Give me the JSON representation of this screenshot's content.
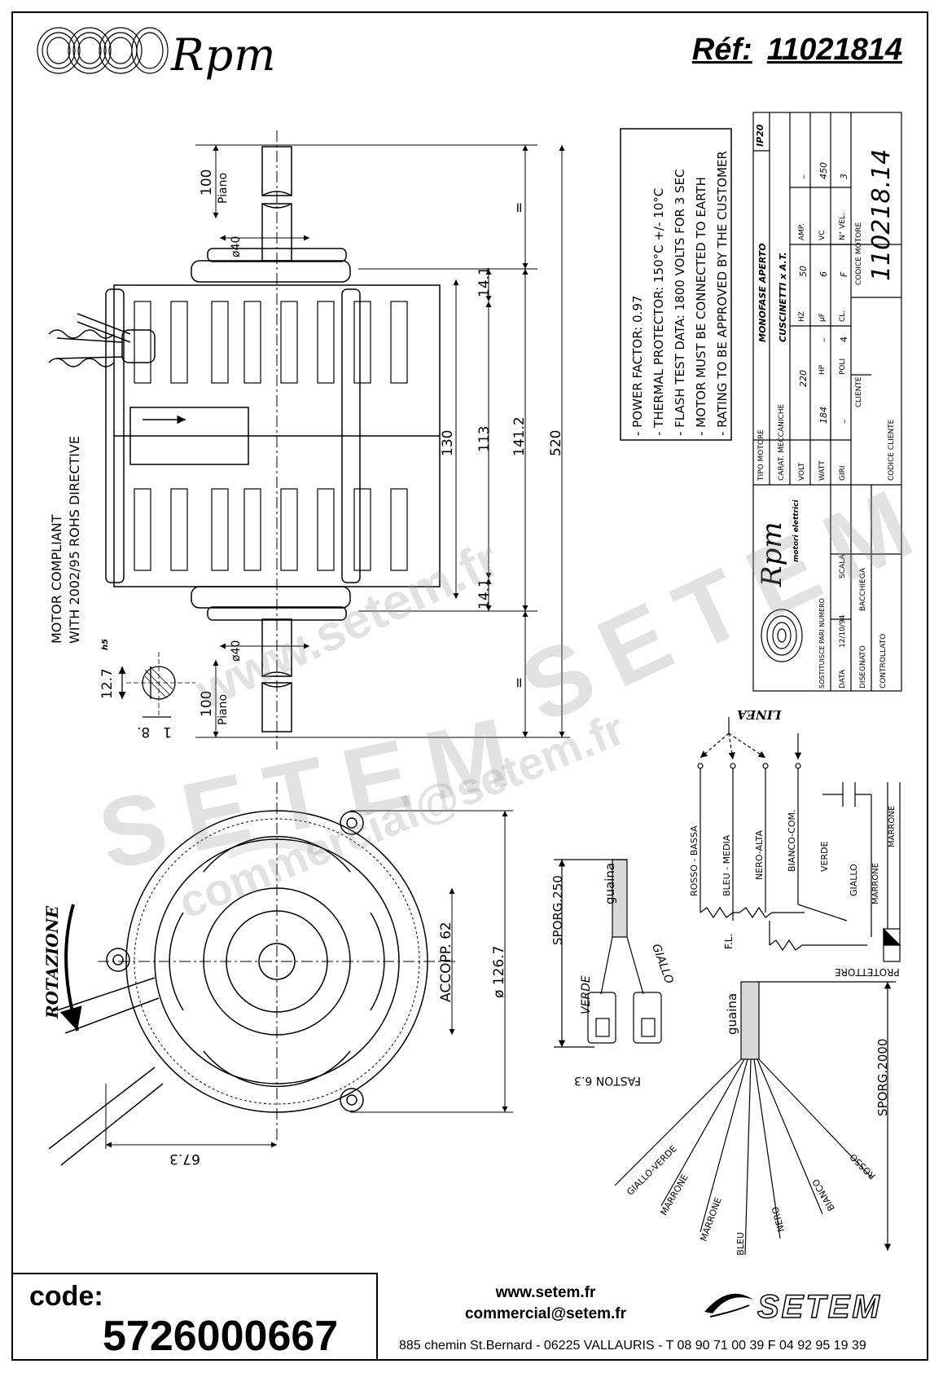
{
  "header": {
    "brand": "Rpm",
    "ref_label": "Réf:",
    "ref_value": "11021814"
  },
  "notes": [
    "- POWER FACTOR: 0.97",
    "- THERMAL PROTECTOR: 150°C +/- 10°C",
    "- FLASH TEST DATA: 1800 VOLTS FOR 3 SEC",
    "- MOTOR MUST BE CONNECTED TO EARTH",
    "- RATING TO BE APPROVED BY THE CUSTOMER"
  ],
  "compliance": {
    "line1": "MOTOR COMPLIANT",
    "line2": "WITH 2002/95 ROHS DIRECTIVE"
  },
  "dimensions": {
    "shaft_len_top": "100",
    "shaft_len_bottom": "100",
    "piano": "Piano",
    "dia_40_top": "ø40",
    "dia_40_bottom": "ø40",
    "d_14_1_top": "14.1",
    "d_14_1_bottom": "14.1",
    "d_130": "130",
    "d_113": "113",
    "d_141_2": "141.2",
    "d_520": "520",
    "equal_top": "=",
    "equal_bottom": "=",
    "shaft_dia": "12.7",
    "shaft_tol": "h5",
    "flat": "8.",
    "flat_1": "1",
    "accopp": "ACCOPP. 62",
    "diameter": "ø 126.7",
    "d_67_3": "67.3"
  },
  "rotation": "ROTAZIONE",
  "connection": {
    "linea": "LINEA",
    "wires": [
      "ROSSO - BASSA",
      "BLEU - MEDIA",
      "NERO-ALTA",
      "BIANCO-COM.",
      "VERDE",
      "GIALLO",
      "MARRONE",
      "MARRONE"
    ],
    "fl": "F.L.",
    "protettore": "PROTETTORE"
  },
  "cable_small": {
    "sporg": "SPORG.250",
    "guaina": "guaina",
    "verde": "VERDE",
    "giallo": "GIALLO",
    "faston": "FASTON 6.3"
  },
  "cable_large": {
    "sporg": "SPORG.2000",
    "guaina": "guaina",
    "wires": [
      "GIALLO-VERDE",
      "MARRONE",
      "MARRONE",
      "BLEU",
      "NERO",
      "BIANCO",
      "ROSSO"
    ]
  },
  "title_block": {
    "ip": "IP20",
    "tipo_motore_label": "TIPO MOTORE",
    "tipo_motore": "MONOFASE APERTO",
    "caratt_label": "CARAT. MECCANICHE",
    "caratt": "CUSCINETTI x A.T.",
    "volt_label": "VOLT",
    "volt": "220",
    "hz_label": "HZ",
    "hz": "50",
    "amp_label": "AMP.",
    "amp": "–",
    "watt_label": "WATT",
    "watt": "184",
    "hp_label": "HP",
    "hp": "–",
    "uf_label": "μF",
    "uf": "6",
    "vc_label": "VC",
    "vc": "450",
    "giri_label": "GIRI",
    "giri": "–",
    "poli_label": "POLI",
    "poli": "4",
    "cl_label": "CL.",
    "cl": "F",
    "nvel_label": "N° VEL.",
    "nvel": "3",
    "cliente_label": "CLIENTE",
    "codice_motore_label": "CODICE MOTORE",
    "codice_motore": "110218.14",
    "codice_cliente_label": "CODICE CLIENTE",
    "rpm": "Rpm",
    "rpm_sub": "motori elettrici",
    "sostituisce_label": "SOSTITUISCE PARI NUMERO",
    "data_label": "DATA",
    "data": "12/10/94",
    "scala_label": "SCALA",
    "disegnato_label": "DISEGNATO",
    "disegnato": "BACCHIEGA",
    "controllato_label": "CONTROLLATO"
  },
  "watermarks": [
    "www.setem.fr",
    "SETEM",
    "SETEM",
    "commercial@setem.fr"
  ],
  "footer": {
    "code_label": "code:",
    "code_value": "5726000667",
    "website": "www.setem.fr",
    "email": "commercial@setem.fr",
    "address": "885 chemin St.Bernard  -  06225 VALLAURIS  -  T 08 90 71 00 39   F 04 92 95 19 39",
    "setem_logo": "SETEM"
  }
}
